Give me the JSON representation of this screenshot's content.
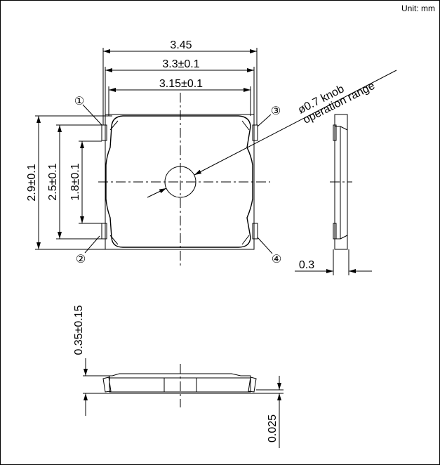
{
  "unit_label": "Unit: mm",
  "top_view": {
    "width_overall": "3.45",
    "width_body": "3.3±0.1",
    "width_inner": "3.15±0.1",
    "height_overall": "2.9±0.1",
    "height_pins": "2.5±0.1",
    "height_inner": "1.8±0.1",
    "knob_label_1": "ø0.7 knob",
    "knob_label_2": "operation range",
    "pins": [
      "①",
      "②",
      "③",
      "④"
    ]
  },
  "side_view": {
    "thickness": "0.3"
  },
  "front_view": {
    "height": "0.35±0.15",
    "offset": "0.025"
  }
}
